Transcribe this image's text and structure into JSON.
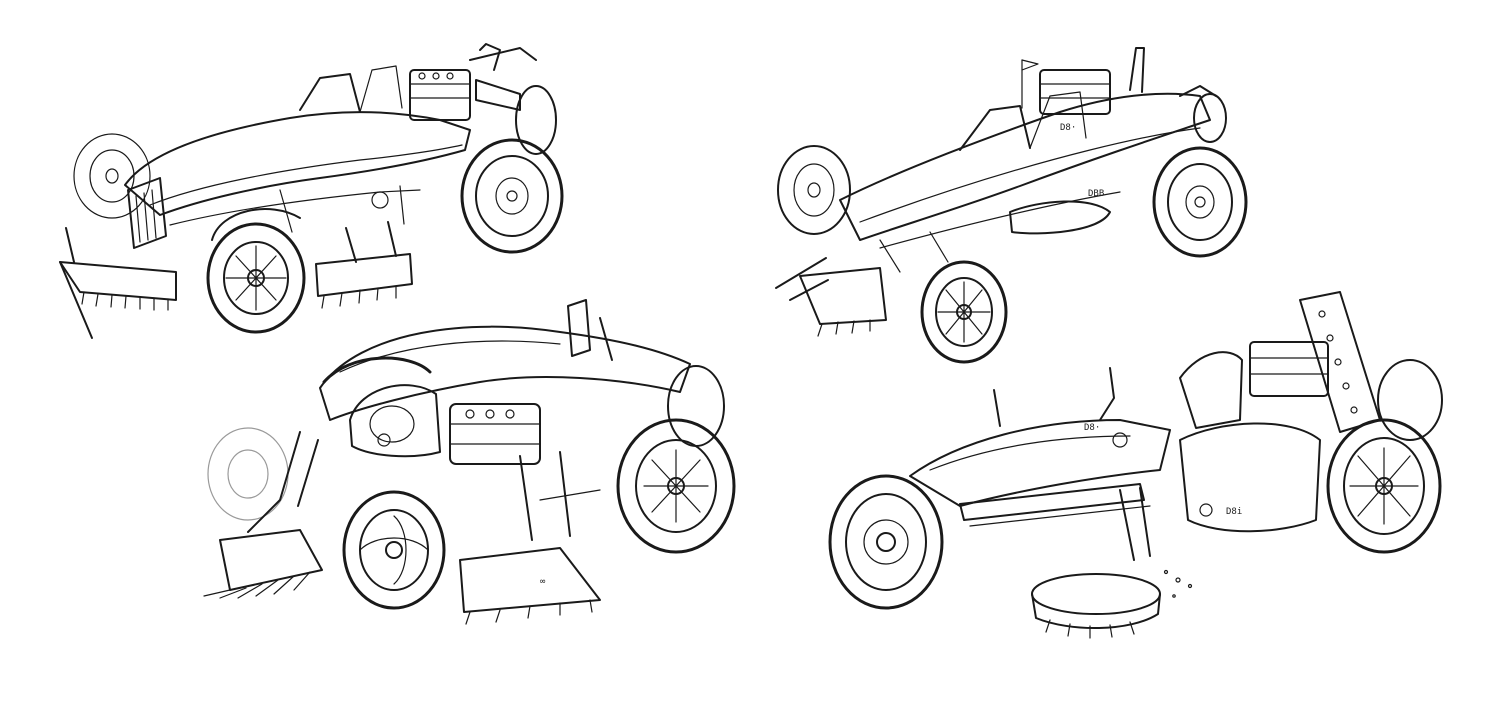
{
  "sheet": {
    "background": "#ffffff",
    "ink_color": "#1a1a1a",
    "sketch_light_color": "#9a9a9a"
  },
  "sketches": [
    {
      "name": "long-buggy-with-brushes",
      "position": "top-left"
    },
    {
      "name": "open-frame-buggy",
      "position": "top-right"
    },
    {
      "name": "monster-truck-sweeper",
      "position": "bottom-left"
    },
    {
      "name": "chopper-bike-sweeper",
      "position": "bottom-right"
    }
  ],
  "stamps": {
    "top_right_side": "DBB",
    "top_right_panel": "D8·",
    "bottom_right_tank": "D8·",
    "bottom_right_rear": "D8i"
  }
}
